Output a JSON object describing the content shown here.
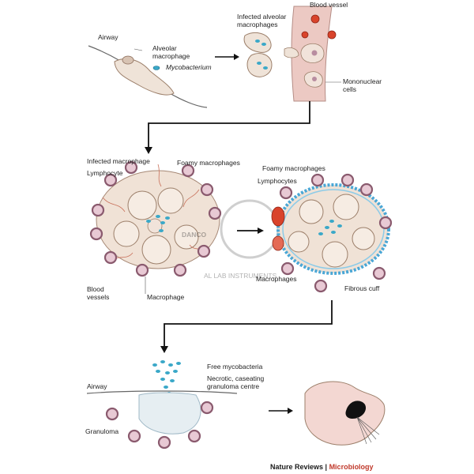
{
  "labels": {
    "airway_top": "Airway",
    "alveolar_macrophage": [
      "Alveolar",
      "macrophage"
    ],
    "mycobacterium": "Mycobacterium",
    "infected_alveolar_macrophages": [
      "Infected alveolar",
      "macrophages"
    ],
    "blood_vessel": "Blood vessel",
    "mononuclear_cells": [
      "Mononuclear",
      "cells"
    ],
    "infected_macrophage": "Infected macrophage",
    "foamy_macrophages_left": "Foamy macrophages",
    "lymphocyte": "Lymphocyte",
    "blood_vessels": [
      "Blood",
      "vessels"
    ],
    "macrophage": "Macrophage",
    "foamy_macrophages_right": "Foamy macrophages",
    "lymphocytes": "Lymphocytes",
    "macrophages": "Macrophages",
    "fibrous_cuff": "Fibrous cuff",
    "free_mycobacteria": "Free mycobacteria",
    "necrotic_centre": [
      "Necrotic, caseating",
      "granuloma centre"
    ],
    "airway_bottom": "Airway",
    "granuloma": "Granuloma"
  },
  "watermark": {
    "logo_text": "DANCO",
    "subtitle": "AL LAB INSTRUMENTS"
  },
  "footer": {
    "journal": "Nature Reviews",
    "separator": " | ",
    "section": "Microbiology"
  },
  "colors": {
    "cell_fill": "#f3e7dc",
    "cell_stroke": "#9c7f6a",
    "lymph_outer": "#8a5a6e",
    "lymph_inner": "#e8c9d4",
    "vessel": "#e9c6c0",
    "rbc": "#d9432b",
    "bacteria": "#3aa8c8",
    "fibrous": "#4aa7d6",
    "arrow": "#111111",
    "footer_accent": "#c0392b"
  }
}
